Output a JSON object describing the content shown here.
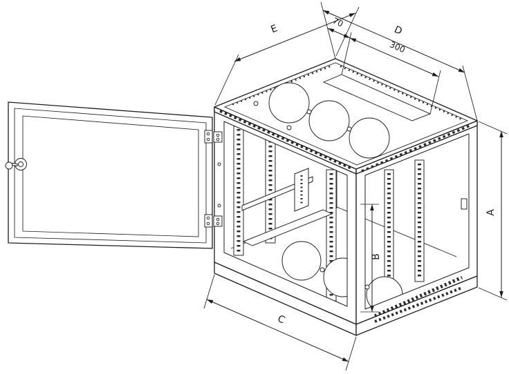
{
  "title": "Wall-mounted 19-inch rack cabinet with open glass door - isometric technical drawing",
  "colors": {
    "line": "#1c1c1c",
    "background": "#ffffff"
  },
  "dimension_labels": {
    "height": "A",
    "usable_height": "B",
    "width": "C",
    "depth": "D",
    "door_side_depth": "E",
    "cable_entry_offset": "70",
    "cable_entry_length": "300"
  }
}
